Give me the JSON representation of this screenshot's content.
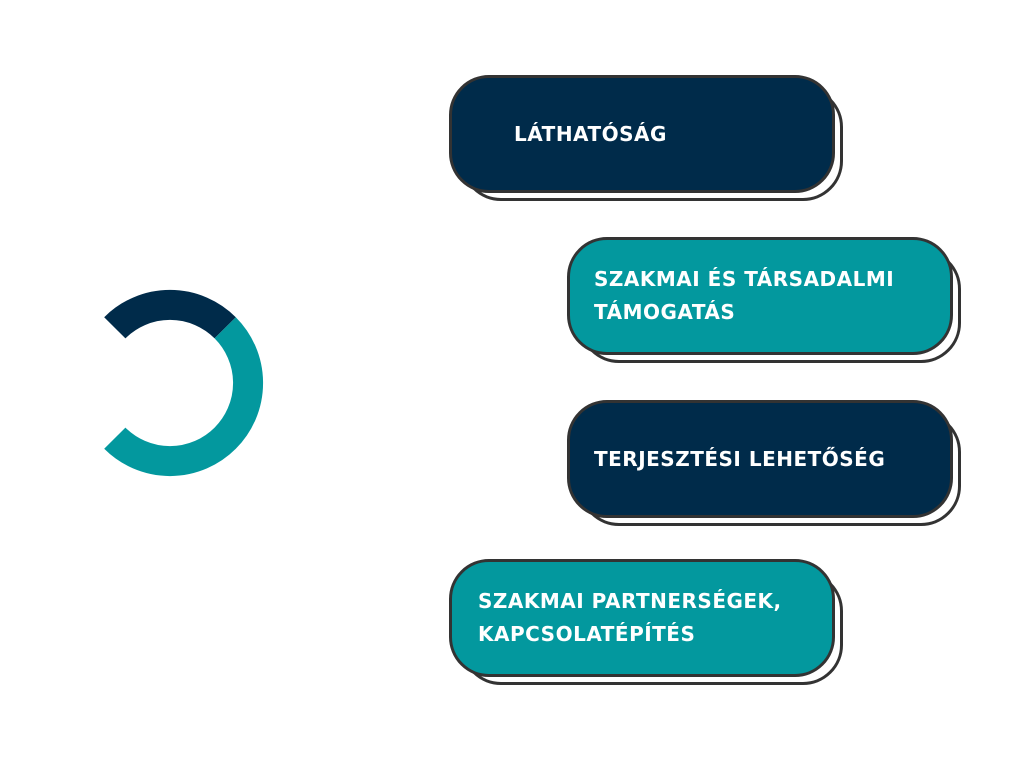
{
  "colors": {
    "dark": "#002b4a",
    "teal": "#03989e",
    "outline": "#333333"
  },
  "ring": {
    "segments": [
      {
        "name": "dark",
        "fraction": 0.25
      },
      {
        "name": "teal",
        "fraction": 0.5
      }
    ]
  },
  "items": [
    {
      "label": "LÁTHATÓSÁG"
    },
    {
      "label": "SZAKMAI ÉS TÁRSADALMI TÁMOGATÁS"
    },
    {
      "label": "TERJESZTÉSI LEHETŐSÉG"
    },
    {
      "label": "SZAKMAI PARTNERSÉGEK, KAPCSOLATÉPÍTÉS"
    }
  ]
}
